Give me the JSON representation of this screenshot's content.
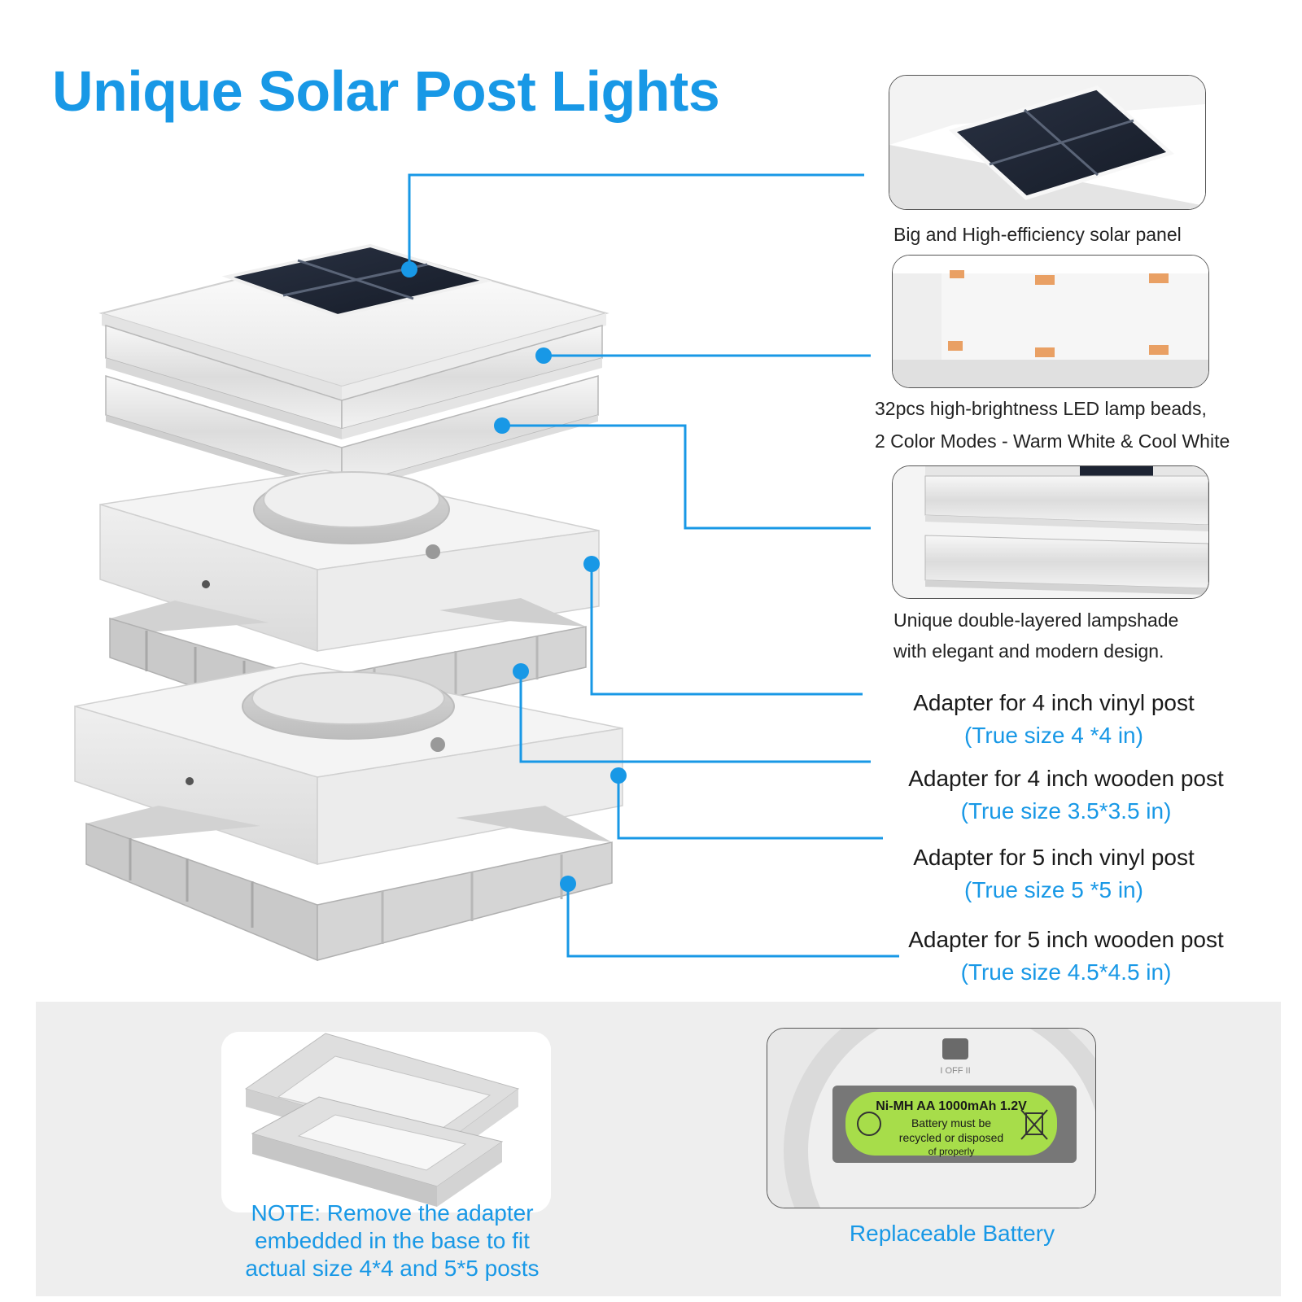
{
  "title": "Unique Solar Post Lights",
  "features": [
    {
      "lines": [
        "Big and High-efficiency solar panel"
      ]
    },
    {
      "lines": [
        "32pcs high-brightness LED lamp beads,",
        "2 Color Modes - Warm White & Cool White"
      ]
    },
    {
      "lines": [
        "Unique double-layered lampshade",
        "with elegant and modern design."
      ]
    }
  ],
  "adapters": [
    {
      "name": "Adapter for 4 inch vinyl post",
      "size": "(True size 4 *4 in)"
    },
    {
      "name": "Adapter for 4 inch wooden post",
      "size": "(True size 3.5*3.5 in)"
    },
    {
      "name": "Adapter for 5  inch vinyl post",
      "size": "(True size 5 *5 in)"
    },
    {
      "name": "Adapter for 5 inch wooden post",
      "size": "(True size 4.5*4.5 in)"
    }
  ],
  "note": "NOTE: Remove the adapter\nembedded in the base to fit\nactual size 4*4 and 5*5 posts",
  "battery": {
    "caption": "Replaceable Battery",
    "switch_label": "I  OFF  II",
    "label_line1": "Ni-MH AA 1000mAh 1.2V",
    "label_line2": "Battery must be",
    "label_line3": "recycled or disposed",
    "label_line4": "of properly"
  },
  "colors": {
    "accent": "#1898e6",
    "text": "#1a1a1a",
    "band": "#eeeeee"
  }
}
